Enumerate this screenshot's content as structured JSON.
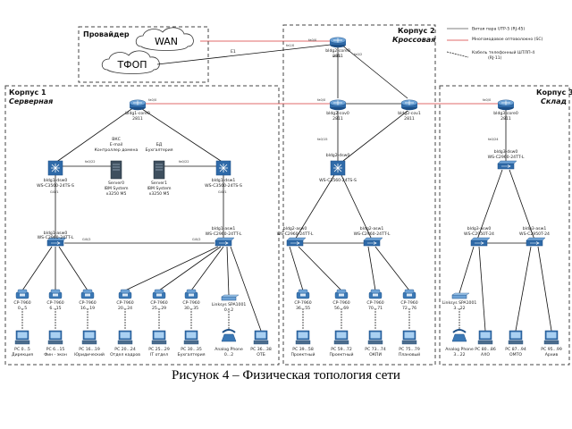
{
  "zones": {
    "provider": {
      "title": "Провайдер"
    },
    "b1": {
      "title": "Корпус 1",
      "sub": "Серверная"
    },
    "b2": {
      "title": "Корпус 2",
      "sub": "Кроссовая"
    },
    "b3": {
      "title": "Корпус 3",
      "sub": "Склад"
    }
  },
  "clouds": {
    "wan": "WAN",
    "pstn": "ТФОП"
  },
  "legend": {
    "utp": "Витая пара UTP-5 (RJ-45)",
    "fiber": "Многомодовое оптоволокно (SC)",
    "tel1": "Кабель телефонный ШТЛП-4",
    "tel2": "(RJ-11)",
    "utp_color": "#555555",
    "fiber_color": "#d83a3a"
  },
  "links": {
    "e1": "E1"
  },
  "routers": {
    "b2core": {
      "name": "bldg2-core0",
      "model": "2811"
    },
    "b1core": {
      "name": "bldg1-core0",
      "model": "2811"
    },
    "b2dist0": {
      "name": "bldg2-cov0",
      "model": "2811"
    },
    "b2dist1": {
      "name": "bldg2-cov1",
      "model": "2811"
    },
    "b3core": {
      "name": "bldg3-core0",
      "model": "2811"
    }
  },
  "switches": {
    "b1dsw0": {
      "name": "bldg1-dsw0",
      "model": "WS-C3560-24TS-S"
    },
    "b1dsw1": {
      "name": "bldg1-dsw1",
      "model": "WS-C3560-24TS-S"
    },
    "b1asw0": {
      "name": "bldg1-asw0",
      "model": "WS-C2960-24TT-L"
    },
    "b1asw1": {
      "name": "bldg1-asw1",
      "model": "WS-C2960-24TT-L"
    },
    "b2dsw0": {
      "name": "bldg2-dsw0",
      "model": "WS-C3560-24TS-S"
    },
    "b2asw0": {
      "name": "bldg2-asw0",
      "model": "WS-C2960-24TT-L"
    },
    "b2asw1": {
      "name": "bldg2-asw1",
      "model": "WS-C2960-24TT-L"
    },
    "b3dsw0": {
      "name": "bldg3-dsw0",
      "model": "WS-C2960-24TT-L"
    },
    "b3asw0": {
      "name": "bldg3-asw0",
      "model": "WS-C2950T-24"
    },
    "b3asw1": {
      "name": "bldg3-asw1",
      "model": "WS-C2950T-24"
    }
  },
  "servers": {
    "srv0": {
      "role1": "ВКС",
      "role2": "E-mail",
      "role3": "Контроллер домена",
      "name": "Server0",
      "model1": "IBM System",
      "model2": "x3250 M5"
    },
    "srv1": {
      "role1": "БД",
      "role2": "Бухгалтерия",
      "role3": "",
      "name": "Server1",
      "model1": "IBM System",
      "model2": "x3250 M5"
    }
  },
  "phones": {
    "p1": {
      "model": "CP-7960",
      "range": "0...5"
    },
    "p2": {
      "model": "CP-7960",
      "range": "6...15"
    },
    "p3": {
      "model": "CP-7960",
      "range": "16...19"
    },
    "p4": {
      "model": "CP-7960",
      "range": "20...24"
    },
    "p5": {
      "model": "CP-7960",
      "range": "25...29"
    },
    "p6": {
      "model": "CP-7960",
      "range": "30...35"
    },
    "p7": {
      "model": "Linksys SPA1001",
      "range": "0...2"
    },
    "p8": {
      "model": "CP-7960",
      "range": "36...55"
    },
    "p9": {
      "model": "CP-7960",
      "range": "56...69"
    },
    "p10": {
      "model": "CP-7960",
      "range": "70...71"
    },
    "p11": {
      "model": "CP-7960",
      "range": "72...76"
    },
    "p12": {
      "model": "Linksys SPA1001",
      "range": "3...22"
    }
  },
  "pcs": {
    "c1": {
      "range": "PC 0...5",
      "dept": "Дирекция"
    },
    "c2": {
      "range": "PC 6...15",
      "dept": "Фин - экон"
    },
    "c3": {
      "range": "PC 16...19",
      "dept": "Юридический"
    },
    "c4": {
      "range": "PC 20...24",
      "dept": "Отдел кадров"
    },
    "c5": {
      "range": "PC 25...29",
      "dept": "IT отдел"
    },
    "c6": {
      "range": "PC 30...35",
      "dept": "Бухгалтерия"
    },
    "c7": {
      "range": "Analog Phone",
      "dept": "0...2"
    },
    "c8": {
      "range": "PC 36...38",
      "dept": "ОТБ"
    },
    "c9": {
      "range": "PC 39...58",
      "dept": "Проектный"
    },
    "c10": {
      "range": "PC 59...72",
      "dept": "Проектный"
    },
    "c11": {
      "range": "PC 73...74",
      "dept": "ОКПИ"
    },
    "c12": {
      "range": "PC 75...79",
      "dept": "Плановый"
    },
    "c13": {
      "range": "Analog Phone",
      "dept": "3...22"
    },
    "c14": {
      "range": "PC 80...86",
      "dept": "АХО"
    },
    "c15": {
      "range": "PC 87...94",
      "dept": "ОМТО"
    },
    "c16": {
      "range": "PC 95...99",
      "dept": "Архив"
    }
  },
  "caption": "Рисунок 4 – Физическая топология сети"
}
